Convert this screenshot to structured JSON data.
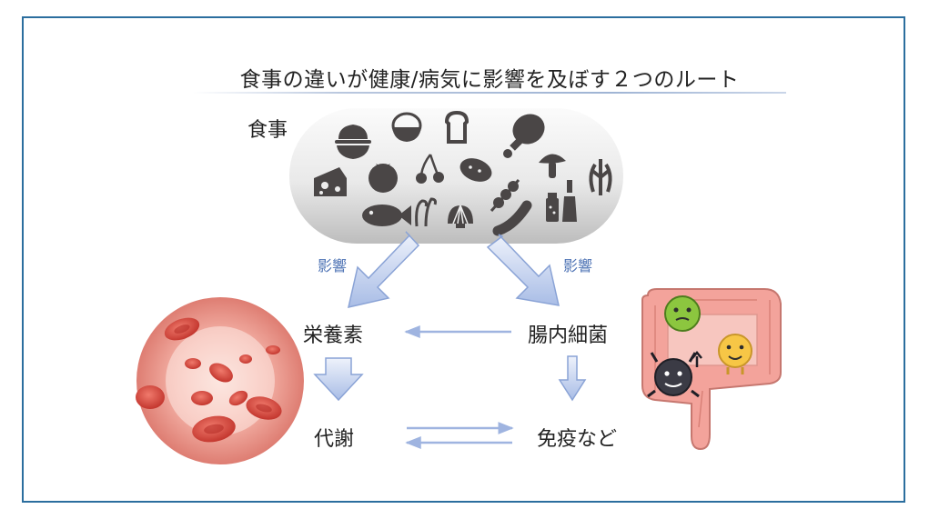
{
  "title": "食事の違いが健康/病気に影響を及ぼす２つのルート",
  "nodes": {
    "diet": "食事",
    "nutrients": "栄養素",
    "metabolism": "代謝",
    "gut_bacteria": "腸内細菌",
    "immunity": "免疫など"
  },
  "arrow_labels": {
    "left": "影響",
    "right": "影響"
  },
  "colors": {
    "frame": "#2b6e9e",
    "arrow_fill": "#b7c8ea",
    "arrow_line": "#8aa3d6",
    "food_icon": "#4a4646"
  },
  "icons": [
    "rice-bowl-icon",
    "noodle-bowl-icon",
    "bread-icon",
    "meat-icon",
    "cheese-icon",
    "tomato-icon",
    "cherry-icon",
    "potato-icon",
    "mushroom-icon",
    "seaweed-icon",
    "fish-icon",
    "fern-icon",
    "shell-icon",
    "dango-icon",
    "sausage-icon",
    "seasoning-bottles-icon"
  ]
}
